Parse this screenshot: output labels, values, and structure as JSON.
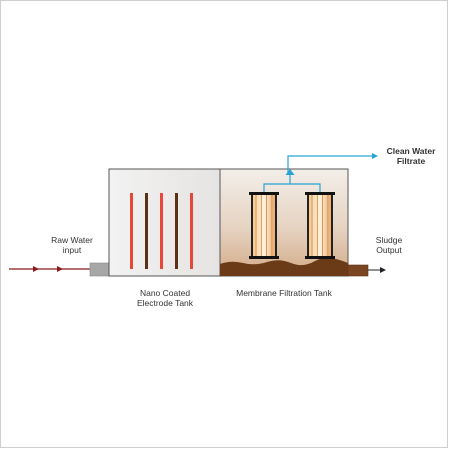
{
  "labels": {
    "raw_water": [
      "Raw Water",
      "input"
    ],
    "clean_water": [
      "Clean Water",
      "Filtrate"
    ],
    "sludge": [
      "Sludge",
      "Output"
    ],
    "electrode_tank": [
      "Nano Coated",
      "Electrode Tank"
    ],
    "membrane_tank": "Membrane Filtration Tank"
  },
  "colors": {
    "raw_water_line": "#8b1a1a",
    "clean_water_line": "#29a3d6",
    "tank_outline": "#555555",
    "electrode_red": "#e8483a",
    "electrode_brown": "#5a3218",
    "sludge": "#6b3a17",
    "sludge_outlet": "#7a4520",
    "inlet_block": "#a7a7a7",
    "membrane_fiber": "#f0b77a"
  },
  "components": {
    "electrodes": [
      "red",
      "brown",
      "red",
      "brown",
      "red"
    ],
    "membrane_modules": 2
  }
}
